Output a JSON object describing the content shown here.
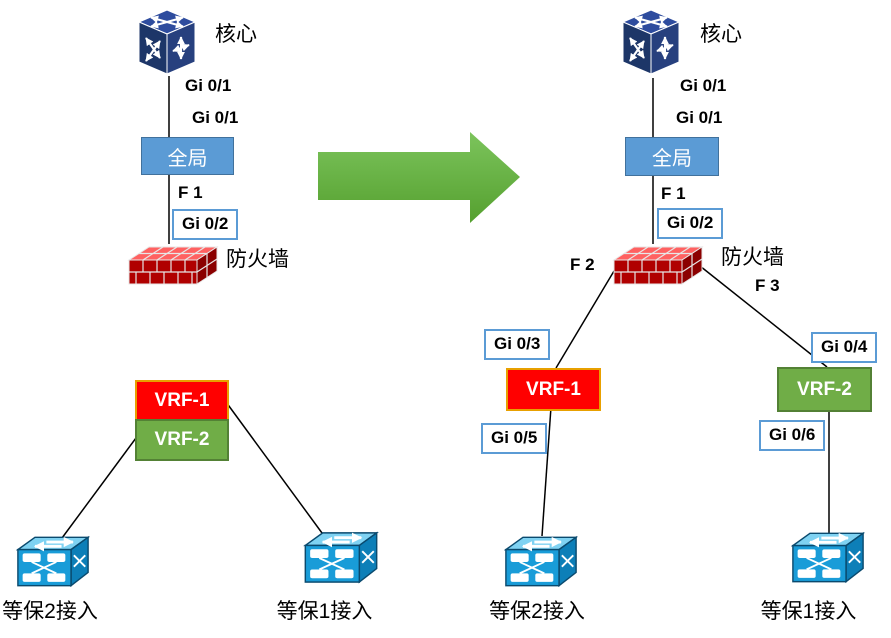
{
  "left": {
    "core_device_label": "核心",
    "core_port": "Gi 0/1",
    "switch_port": "Gi 0/1",
    "global_switch_label": "全局",
    "switch_fw_port": "F 1",
    "firewall_uplink_port": "Gi 0/2",
    "firewall_label": "防火墙",
    "vrf1_label": "VRF-1",
    "vrf2_label": "VRF-2",
    "access_switch_2_label": "等保2接入",
    "access_switch_1_label": "等保1接入"
  },
  "right": {
    "core_device_label": "核心",
    "core_port": "Gi 0/1",
    "switch_port": "Gi 0/1",
    "global_switch_label": "全局",
    "switch_fw_port": "F 1",
    "firewall_uplink_port": "Gi 0/2",
    "firewall_label": "防火墙",
    "firewall_vrf1_port": "F 2",
    "firewall_vrf2_port": "F 3",
    "vrf1_uplink_port": "Gi 0/3",
    "vrf2_uplink_port": "Gi 0/4",
    "vrf1_label": "VRF-1",
    "vrf2_label": "VRF-2",
    "vrf1_downlink_port": "Gi 0/5",
    "vrf2_downlink_port": "Gi 0/6",
    "access_switch_2_label": "等保2接入",
    "access_switch_1_label": "等保1接入"
  },
  "colors": {
    "global_box_fill": "#5B9BD5",
    "global_box_border": "#41719C",
    "port_box_border": "#5B9BD5",
    "vrf1_fill": "#FF0000",
    "vrf1_border": "#E8A000",
    "vrf2_fill": "#70AD47",
    "vrf2_border": "#538135",
    "transform_arrow_fill": "#69B24A",
    "connector_line": "#000000",
    "router_navy": "#2E4C9E",
    "firewall_red": "#B00000",
    "switch_blue": "#199CD8"
  },
  "icons": {
    "core_router": "core-router-icon",
    "firewall": "firewall-icon",
    "access_switch": "access-switch-icon",
    "transform_arrow": "transform-arrow-icon"
  }
}
